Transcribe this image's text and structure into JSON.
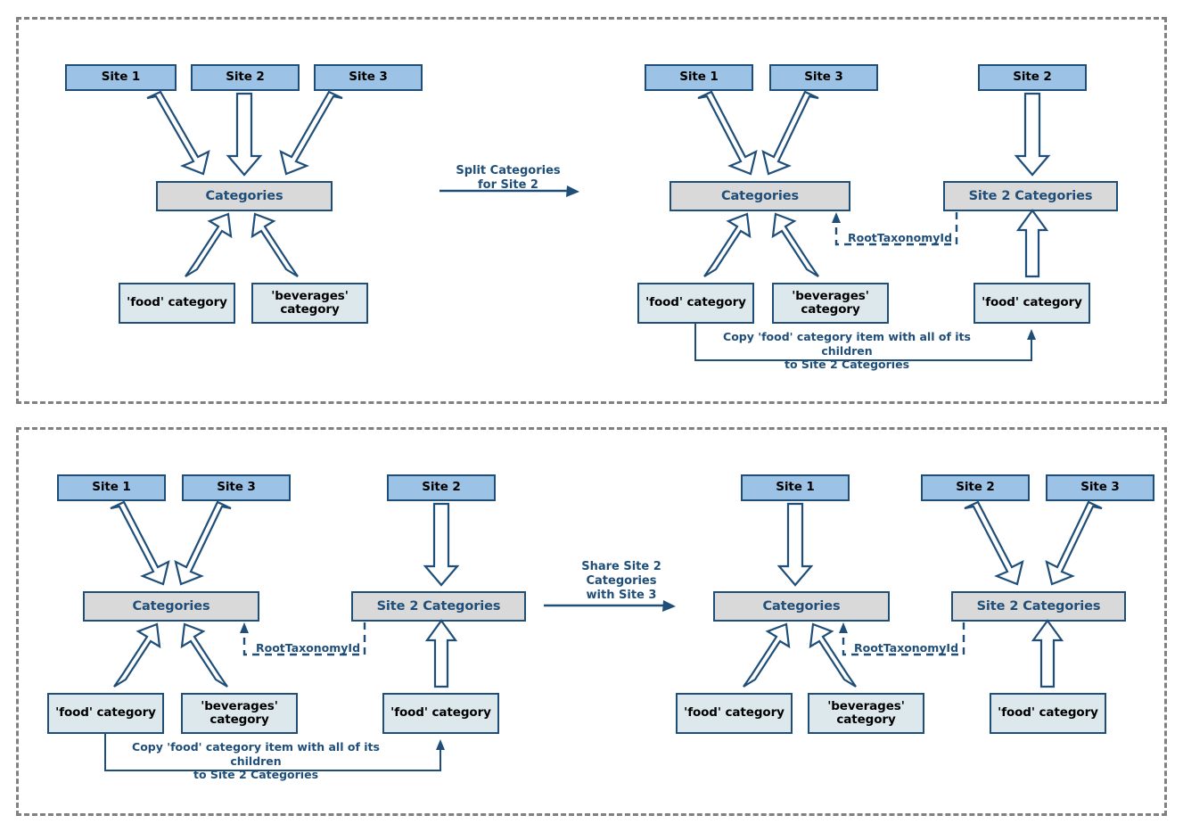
{
  "diagram": {
    "title": "Category taxonomy split and share across sites",
    "colors": {
      "site_fill": "#9CC3E5",
      "taxonomy_fill": "#D9D9D9",
      "category_fill": "#DCE8EC",
      "border": "#1F4E79",
      "panel_border": "#808080",
      "label_text": "#1F4E79",
      "node_text": "#000000"
    },
    "panels": [
      {
        "id": "panel-top",
        "name": "before-and-after-split",
        "transition_caption": "Split Categories\nfor Site 2",
        "left_stage": {
          "sites": [
            "Site 1",
            "Site 2",
            "Site 3"
          ],
          "taxonomies": [
            "Categories"
          ],
          "categories": [
            "'food'\ncategory",
            "'beverages'\ncategory"
          ]
        },
        "right_stage": {
          "sites": [
            "Site 1",
            "Site 3",
            "Site 2"
          ],
          "taxonomies": [
            "Categories",
            "Site 2 Categories"
          ],
          "categories": [
            "'food'\ncategory",
            "'beverages'\ncategory",
            "'food'\ncategory"
          ],
          "relation_label": "RootTaxonomyId",
          "copy_label": "Copy 'food' category item with all of its children\nto Site 2 Categories"
        }
      },
      {
        "id": "panel-bottom",
        "name": "before-and-after-share",
        "transition_caption": "Share Site 2\nCategories\nwith Site 3",
        "left_stage": {
          "sites": [
            "Site 1",
            "Site 3",
            "Site 2"
          ],
          "taxonomies": [
            "Categories",
            "Site 2 Categories"
          ],
          "categories": [
            "'food'\ncategory",
            "'beverages'\ncategory",
            "'food'\ncategory"
          ],
          "relation_label": "RootTaxonomyId",
          "copy_label": "Copy 'food' category item with all of its children\nto Site 2 Categories"
        },
        "right_stage": {
          "sites": [
            "Site 1",
            "Site 2",
            "Site 3"
          ],
          "taxonomies": [
            "Categories",
            "Site 2 Categories"
          ],
          "categories": [
            "'food'\ncategory",
            "'beverages'\ncategory",
            "'food'\ncategory"
          ],
          "relation_label": "RootTaxonomyId"
        }
      }
    ]
  }
}
